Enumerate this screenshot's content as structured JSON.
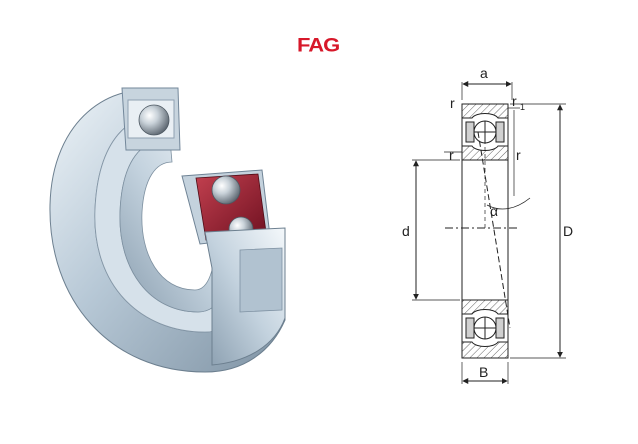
{
  "brand": {
    "logo_text": "FAG",
    "color": "#d7182a"
  },
  "drawing": {
    "labels": {
      "a": "a",
      "r_top": "r",
      "r1": "r",
      "r1_sub": "1",
      "r_right": "r",
      "r_left": "r",
      "alpha": "α",
      "d": "d",
      "D": "D",
      "B": "B"
    }
  },
  "colors": {
    "steel": "#b9c9d6",
    "cage": "#8b1a2c",
    "line": "#222222"
  }
}
